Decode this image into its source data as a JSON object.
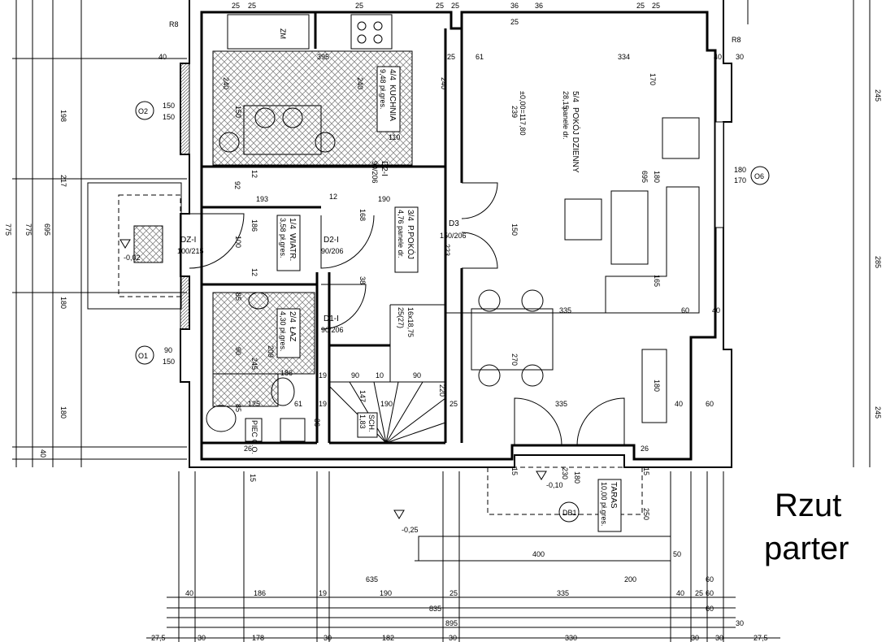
{
  "title": {
    "line1": "Rzut",
    "line2": "parter"
  },
  "rooms": [
    {
      "id": "1/4",
      "name": "WIATR.",
      "area": "3,58 pł.gres."
    },
    {
      "id": "2/4",
      "name": "ŁAZ",
      "area": "4,30 pł.gres."
    },
    {
      "id": "3/4",
      "name": "P.POKÓJ",
      "area": "4,76 panele dr."
    },
    {
      "id": "4/4",
      "name": "KUCHNIA",
      "area": "9,48 pł.gres."
    },
    {
      "id": "5/4",
      "name": "POKÓJ DZIENNY",
      "area": "28,15",
      "finish": "panele dr.",
      "level": "±0,00=117,80"
    }
  ],
  "terrace": {
    "name": "TARAS",
    "area": "10,00 pł.gres."
  },
  "fixtures": {
    "zm": "ZM",
    "sch": "SCH.",
    "sch_area": "1,83",
    "piec": "PIEC C.O.",
    "stairs": "16x18,75",
    "stairs2": "25(27)"
  },
  "doors": [
    {
      "tag": "DZ-I",
      "size": "100/215"
    },
    {
      "tag": "D2-I",
      "size": "90/206"
    },
    {
      "tag": "D2-I",
      "size": "90/206"
    },
    {
      "tag": "D1-I",
      "size": "90/206"
    },
    {
      "tag": "D3",
      "size": "150/206"
    },
    {
      "tag": "DB1",
      "size": ""
    }
  ],
  "windows": [
    {
      "tag": "O2",
      "size_a": "150",
      "size_b": "150"
    },
    {
      "tag": "O1",
      "size_a": "90",
      "size_b": "150"
    },
    {
      "tag": "O6",
      "size_a": "180",
      "size_b": "170"
    }
  ],
  "levels": [
    "-0,02",
    "-0,10",
    "-0,25"
  ],
  "dims_top": [
    "25",
    "25",
    "25",
    "25",
    "25",
    "36",
    "25",
    "36",
    "25",
    "25"
  ],
  "dims_left_outer": [
    "198",
    "217",
    "180",
    "180",
    "40"
  ],
  "dims_left_total": [
    "775",
    "775",
    "695"
  ],
  "dims_right": [
    "245",
    "285",
    "40"
  ],
  "dims_bottom_row1": [
    "40",
    "186",
    "19",
    "190",
    "25",
    "335",
    "40",
    "25"
  ],
  "dims_bottom_row2": [
    "635",
    "200",
    "60"
  ],
  "dims_bottom_row3": [
    "835",
    "60"
  ],
  "dims_bottom_row4": [
    "895"
  ],
  "dims_bottom_row5": [
    "27,5",
    "30",
    "178",
    "30",
    "182",
    "30",
    "330",
    "30",
    "30",
    "27,5"
  ],
  "dims_inner": {
    "kitchen_w": "395",
    "kitchen_h": "240",
    "kitchen_h2": "240",
    "k_150": "150",
    "k_110": "110",
    "living_w": "334",
    "living_61": "61",
    "living_239": "239",
    "living_170": "170",
    "living_695": "695",
    "living_180": "180",
    "living_150": "150",
    "living_165": "165",
    "living_335": "335",
    "living_335b": "335",
    "living_270": "270",
    "living_180b": "180",
    "living_60": "60",
    "living_40": "40",
    "hall_193": "193",
    "hall_92": "92",
    "hall_12": "12",
    "hall_186": "186",
    "hall_100": "100",
    "hall_168": "168",
    "hall_190": "190",
    "hall_223": "223",
    "hall_38": "38",
    "hall_12b": "12",
    "bath_85": "85",
    "bath_90": "90",
    "bath_209": "209",
    "bath_245": "245",
    "bath_186": "186",
    "bath_125": "125",
    "bath_61": "61",
    "bath_85b": "85",
    "bath_36": "36",
    "st_19": "19",
    "st_90": "90",
    "st_10": "10",
    "st_90b": "90",
    "st_147": "147",
    "st_190": "190",
    "st_220": "220",
    "ter_400": "400",
    "ter_50": "50",
    "ter_250": "250",
    "ter_230": "230",
    "ter_180": "180",
    "ter_15": "15",
    "r8a": "R8",
    "r8b": "R8",
    "c40": "40",
    "c30": "30",
    "c25": "25",
    "c12": "12",
    "c15": "15",
    "c26": "26",
    "c60": "60",
    "c40b": "40"
  }
}
